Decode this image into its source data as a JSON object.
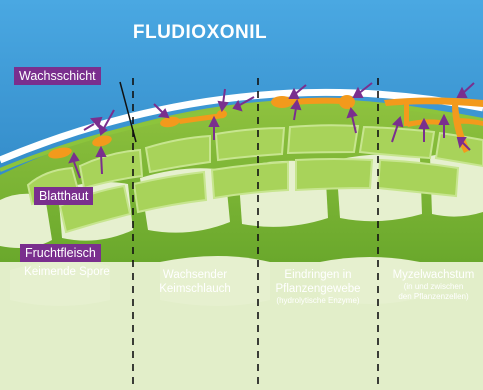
{
  "title": "FLUDIOXONIL",
  "layers": {
    "wax": "Wachsschicht",
    "cuticle": "Blatthaut",
    "flesh": "Fruchtfleisch"
  },
  "stages": [
    {
      "line1": "Keimende Spore",
      "line2": "",
      "sub1": "",
      "sub2": ""
    },
    {
      "line1": "Wachsender",
      "line2": "Keimschlauch",
      "sub1": "",
      "sub2": ""
    },
    {
      "line1": "Eindringen in",
      "line2": "Pflanzengewebe",
      "sub1": "(hydrolytische Enzyme)",
      "sub2": ""
    },
    {
      "line1": "Myzelwachstum",
      "line2": "",
      "sub1": "(in und zwischen",
      "sub2": "den Pflanzenzellen)"
    }
  ],
  "colors": {
    "sky": "#3fa0dc",
    "cell_green": "#9ccc4e",
    "leaf_green": "#7bb63a",
    "fungus_orange": "#f39a1c",
    "arrow_purple": "#7a2f8e",
    "label_purple": "#7a2f8e",
    "light_bg": "#e2eec9"
  }
}
